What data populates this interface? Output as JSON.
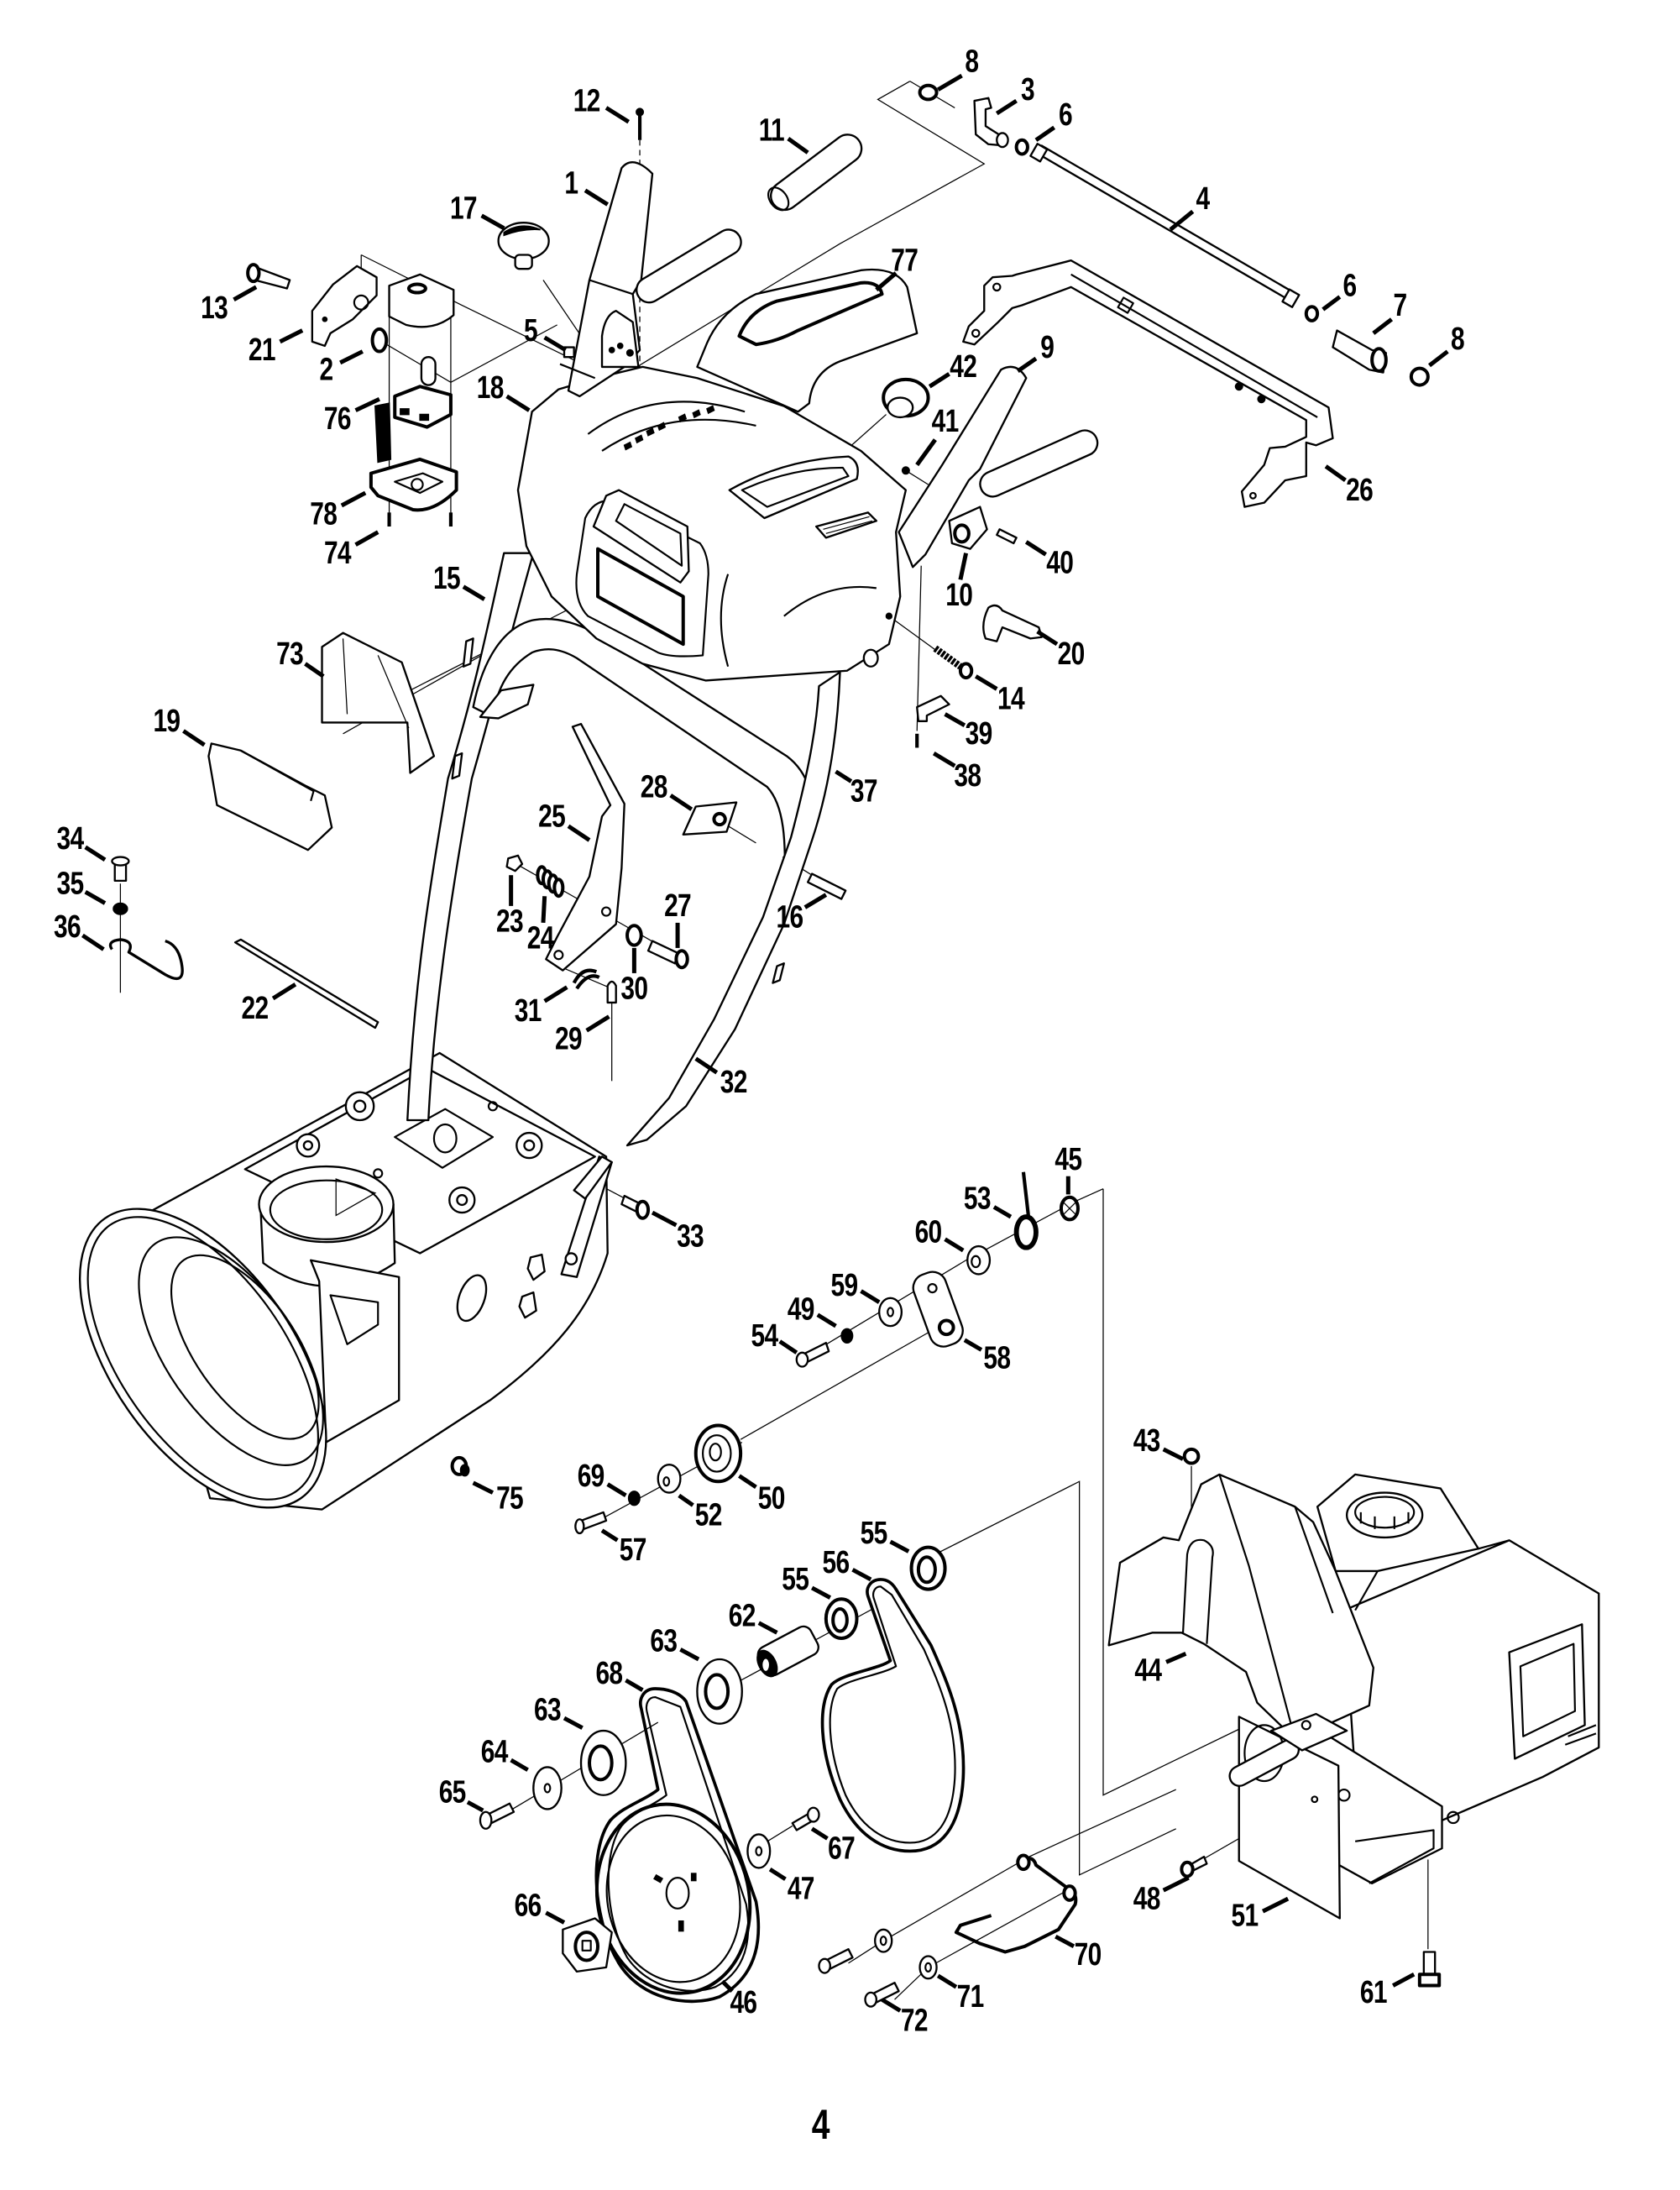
{
  "diagram": {
    "colors": {
      "ink": "#000000",
      "background": "#ffffff"
    },
    "callouts": [
      {
        "part": "8"
      },
      {
        "part": "3"
      },
      {
        "part": "6"
      },
      {
        "part": "12"
      },
      {
        "part": "11"
      },
      {
        "part": "4"
      },
      {
        "part": "1"
      },
      {
        "part": "17"
      },
      {
        "part": "77"
      },
      {
        "part": "13"
      },
      {
        "part": "6"
      },
      {
        "part": "7"
      },
      {
        "part": "8"
      },
      {
        "part": "21"
      },
      {
        "part": "9"
      },
      {
        "part": "5"
      },
      {
        "part": "42"
      },
      {
        "part": "2"
      },
      {
        "part": "18"
      },
      {
        "part": "76"
      },
      {
        "part": "41"
      },
      {
        "part": "26"
      },
      {
        "part": "78"
      },
      {
        "part": "74"
      },
      {
        "part": "40"
      },
      {
        "part": "15"
      },
      {
        "part": "10"
      },
      {
        "part": "20"
      },
      {
        "part": "73"
      },
      {
        "part": "14"
      },
      {
        "part": "19"
      },
      {
        "part": "39"
      },
      {
        "part": "38"
      },
      {
        "part": "37"
      },
      {
        "part": "28"
      },
      {
        "part": "25"
      },
      {
        "part": "34"
      },
      {
        "part": "35"
      },
      {
        "part": "36"
      },
      {
        "part": "16"
      },
      {
        "part": "27"
      },
      {
        "part": "23"
      },
      {
        "part": "24"
      },
      {
        "part": "30"
      },
      {
        "part": "31"
      },
      {
        "part": "22"
      },
      {
        "part": "29"
      },
      {
        "part": "32"
      },
      {
        "part": "33"
      },
      {
        "part": "45"
      },
      {
        "part": "53"
      },
      {
        "part": "60"
      },
      {
        "part": "59"
      },
      {
        "part": "49"
      },
      {
        "part": "54"
      },
      {
        "part": "58"
      },
      {
        "part": "43"
      },
      {
        "part": "69"
      },
      {
        "part": "50"
      },
      {
        "part": "75"
      },
      {
        "part": "52"
      },
      {
        "part": "57"
      },
      {
        "part": "55"
      },
      {
        "part": "56"
      },
      {
        "part": "55"
      },
      {
        "part": "62"
      },
      {
        "part": "63"
      },
      {
        "part": "44"
      },
      {
        "part": "68"
      },
      {
        "part": "63"
      },
      {
        "part": "64"
      },
      {
        "part": "65"
      },
      {
        "part": "67"
      },
      {
        "part": "48"
      },
      {
        "part": "47"
      },
      {
        "part": "51"
      },
      {
        "part": "66"
      },
      {
        "part": "70"
      },
      {
        "part": "61"
      },
      {
        "part": "71"
      },
      {
        "part": "46"
      },
      {
        "part": "72"
      }
    ],
    "page_number": "4"
  }
}
